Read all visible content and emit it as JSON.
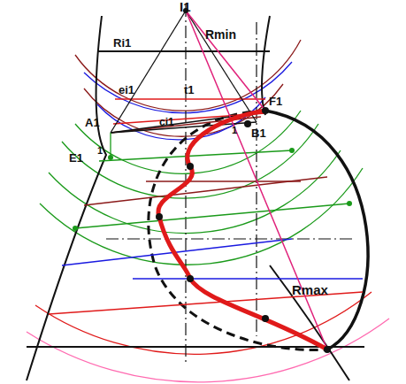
{
  "diagram": {
    "labels": [
      "I1",
      "Rmin",
      "Ri1",
      "ei1",
      "t1",
      "A1",
      "ci1",
      "B1",
      "F1",
      "E1",
      "1",
      "1",
      "Rmax"
    ]
  }
}
